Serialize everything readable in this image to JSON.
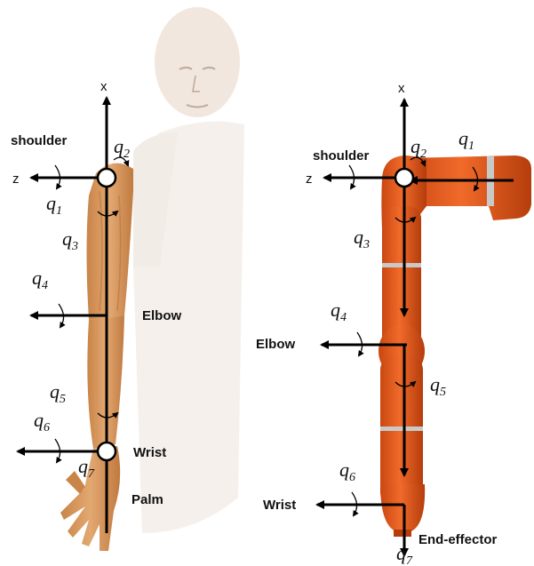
{
  "human_arm": {
    "labels": {
      "shoulder": "shoulder",
      "elbow": "Elbow",
      "wrist": "Wrist",
      "palm": "Palm",
      "x_axis": "x",
      "z_axis": "z"
    },
    "joints": [
      {
        "symbol": "q",
        "index": "1"
      },
      {
        "symbol": "q",
        "index": "2"
      },
      {
        "symbol": "q",
        "index": "3"
      },
      {
        "symbol": "q",
        "index": "4"
      },
      {
        "symbol": "q",
        "index": "5"
      },
      {
        "symbol": "q",
        "index": "6"
      },
      {
        "symbol": "q",
        "index": "7"
      }
    ]
  },
  "robot_arm": {
    "labels": {
      "shoulder": "shoulder",
      "elbow": "Elbow",
      "wrist": "Wrist",
      "end_effector": "End-effector",
      "x_axis": "x",
      "z_axis": "z"
    },
    "joints": [
      {
        "symbol": "q",
        "index": "1"
      },
      {
        "symbol": "q",
        "index": "2"
      },
      {
        "symbol": "q",
        "index": "3"
      },
      {
        "symbol": "q",
        "index": "4"
      },
      {
        "symbol": "q",
        "index": "5"
      },
      {
        "symbol": "q",
        "index": "6"
      },
      {
        "symbol": "q",
        "index": "7"
      }
    ]
  },
  "colors": {
    "skin": "#d99a63",
    "skin_shadow": "#b8733e",
    "ghost": "#e8ddd4",
    "robot": "#e0561a",
    "robot_dark": "#b53d0c",
    "robot_band": "#c9c9c9",
    "axis": "#000000"
  }
}
